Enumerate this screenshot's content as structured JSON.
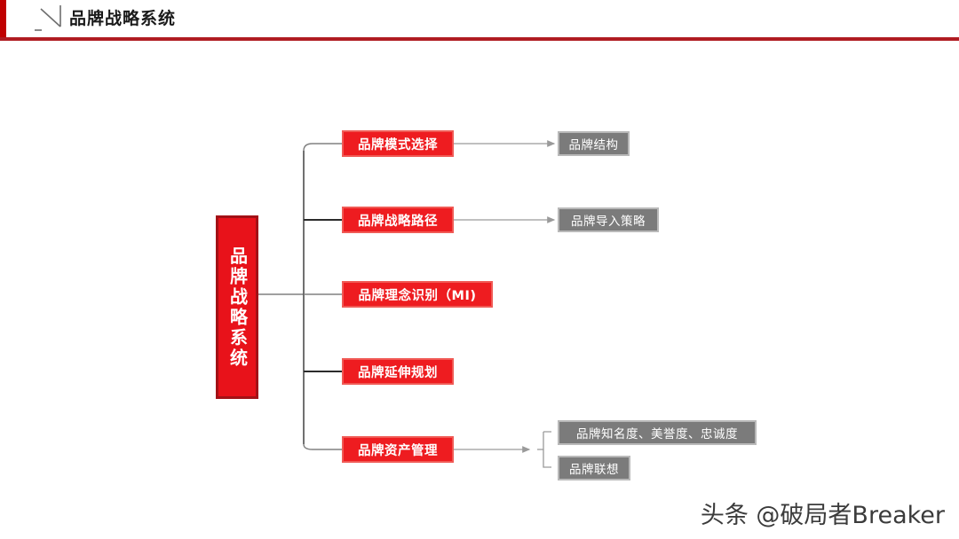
{
  "header": {
    "title": "品牌战略系统",
    "icon": "pencil-slash-icon",
    "accent_color": "#c00000",
    "rule_color": "#b01c22"
  },
  "diagram": {
    "type": "tree",
    "root": {
      "label": "品牌战略系统",
      "fill": "#e8121a",
      "border": "#a31116"
    },
    "branches": [
      {
        "label": "品牌模式选择",
        "fill": "#ee1c20",
        "children": [
          {
            "label": "品牌结构",
            "fill": "#7b7b7b"
          }
        ]
      },
      {
        "label": "品牌战略路径",
        "fill": "#ee1c20",
        "children": [
          {
            "label": "品牌导入策略",
            "fill": "#7b7b7b"
          }
        ]
      },
      {
        "label": "品牌理念识别（MI)",
        "fill": "#ee1c20",
        "children": []
      },
      {
        "label": "品牌延伸规划",
        "fill": "#ee1c20",
        "children": []
      },
      {
        "label": "品牌资产管理",
        "fill": "#ee1c20",
        "children": [
          {
            "label": "品牌知名度、美誉度、忠诚度",
            "fill": "#7b7b7b"
          },
          {
            "label": "品牌联想",
            "fill": "#7b7b7b"
          }
        ]
      }
    ],
    "connector_color": "#808080",
    "spine_color": "#4d4d4d"
  },
  "watermark": {
    "text": "头条 @破局者Breaker"
  }
}
